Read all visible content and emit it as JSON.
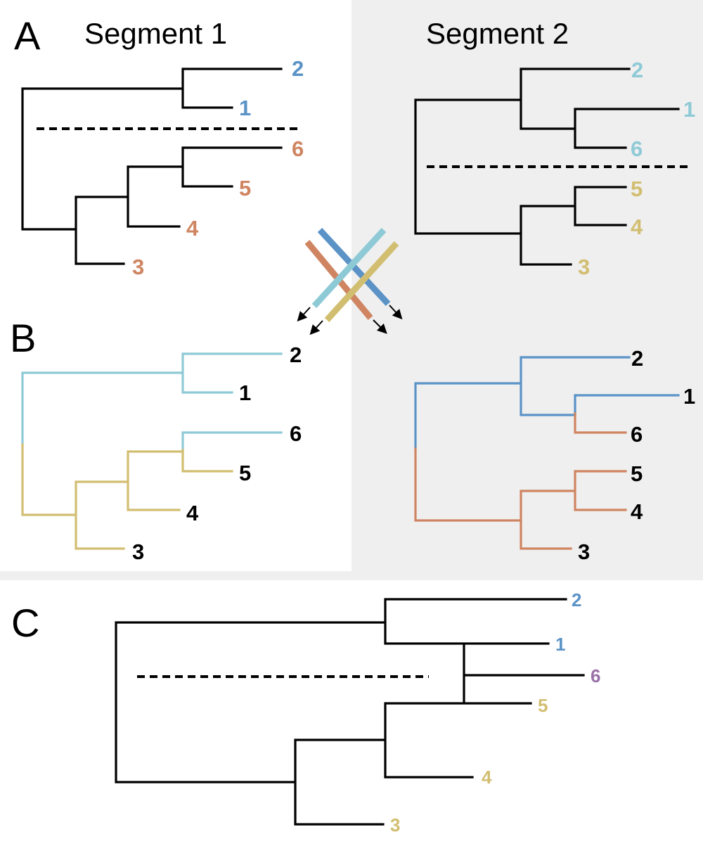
{
  "panels": {
    "a": {
      "label": "A"
    },
    "b": {
      "label": "B"
    },
    "c": {
      "label": "C"
    }
  },
  "segments": {
    "segment1": "Segment 1",
    "segment2": "Segment 2"
  },
  "leaves": {
    "seg1": [
      {
        "id": "a1-2",
        "text": "2"
      },
      {
        "id": "a1-1",
        "text": "1"
      },
      {
        "id": "a1-6",
        "text": "6"
      },
      {
        "id": "a1-5",
        "text": "5"
      },
      {
        "id": "a1-4",
        "text": "4"
      },
      {
        "id": "a1-3",
        "text": "3"
      }
    ],
    "seg2": [
      {
        "id": "a2-2",
        "text": "2"
      },
      {
        "id": "a2-1",
        "text": "1"
      },
      {
        "id": "a2-6",
        "text": "6"
      },
      {
        "id": "a2-5",
        "text": "5"
      },
      {
        "id": "a2-4",
        "text": "4"
      },
      {
        "id": "a2-3",
        "text": "3"
      }
    ],
    "b1": [
      {
        "id": "b1-2",
        "text": "2"
      },
      {
        "id": "b1-1",
        "text": "1"
      },
      {
        "id": "b1-6",
        "text": "6"
      },
      {
        "id": "b1-5",
        "text": "5"
      },
      {
        "id": "b1-4",
        "text": "4"
      },
      {
        "id": "b1-3",
        "text": "3"
      }
    ],
    "b2": [
      {
        "id": "b2-2",
        "text": "2"
      },
      {
        "id": "b2-1",
        "text": "1"
      },
      {
        "id": "b2-6",
        "text": "6"
      },
      {
        "id": "b2-5",
        "text": "5"
      },
      {
        "id": "b2-4",
        "text": "4"
      },
      {
        "id": "b2-3",
        "text": "3"
      }
    ],
    "c": [
      {
        "id": "c-2",
        "text": "2"
      },
      {
        "id": "c-1",
        "text": "1"
      },
      {
        "id": "c-6",
        "text": "6"
      },
      {
        "id": "c-5",
        "text": "5"
      },
      {
        "id": "c-4",
        "text": "4"
      },
      {
        "id": "c-3",
        "text": "3"
      }
    ]
  },
  "colors": {
    "dark_blue": "#5b93c7",
    "light_blue": "#8ecad6",
    "orange": "#cf8561",
    "tan": "#d2be71",
    "purple": "#9a70a8",
    "black": "#000000",
    "gray_panel": "#efefef"
  }
}
